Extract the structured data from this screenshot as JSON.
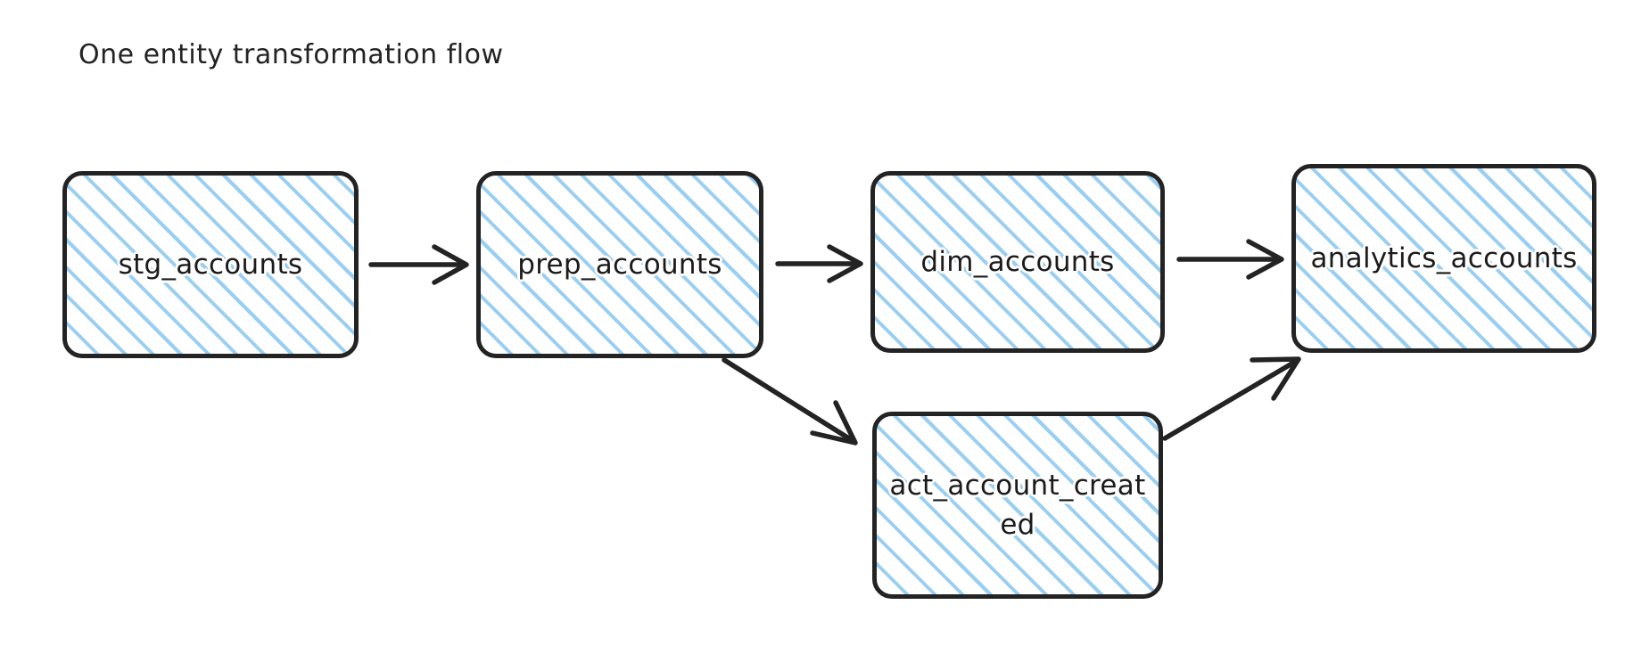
{
  "diagram": {
    "title": "One entity transformation flow",
    "background_color": "#ffffff",
    "node_border_color": "#232323",
    "node_hatch_color": "#9acff2",
    "edge_color": "#232323",
    "nodes": [
      {
        "id": "stg_accounts",
        "label": "stg_accounts"
      },
      {
        "id": "prep_accounts",
        "label": "prep_accounts"
      },
      {
        "id": "dim_accounts",
        "label": "dim_accounts"
      },
      {
        "id": "analytics_accounts",
        "label": "analytics_accounts"
      },
      {
        "id": "act_account_created",
        "label": "act_account_created"
      }
    ],
    "edges": [
      {
        "from": "stg_accounts",
        "to": "prep_accounts"
      },
      {
        "from": "prep_accounts",
        "to": "dim_accounts"
      },
      {
        "from": "dim_accounts",
        "to": "analytics_accounts"
      },
      {
        "from": "prep_accounts",
        "to": "act_account_created"
      },
      {
        "from": "act_account_created",
        "to": "analytics_accounts"
      }
    ]
  }
}
